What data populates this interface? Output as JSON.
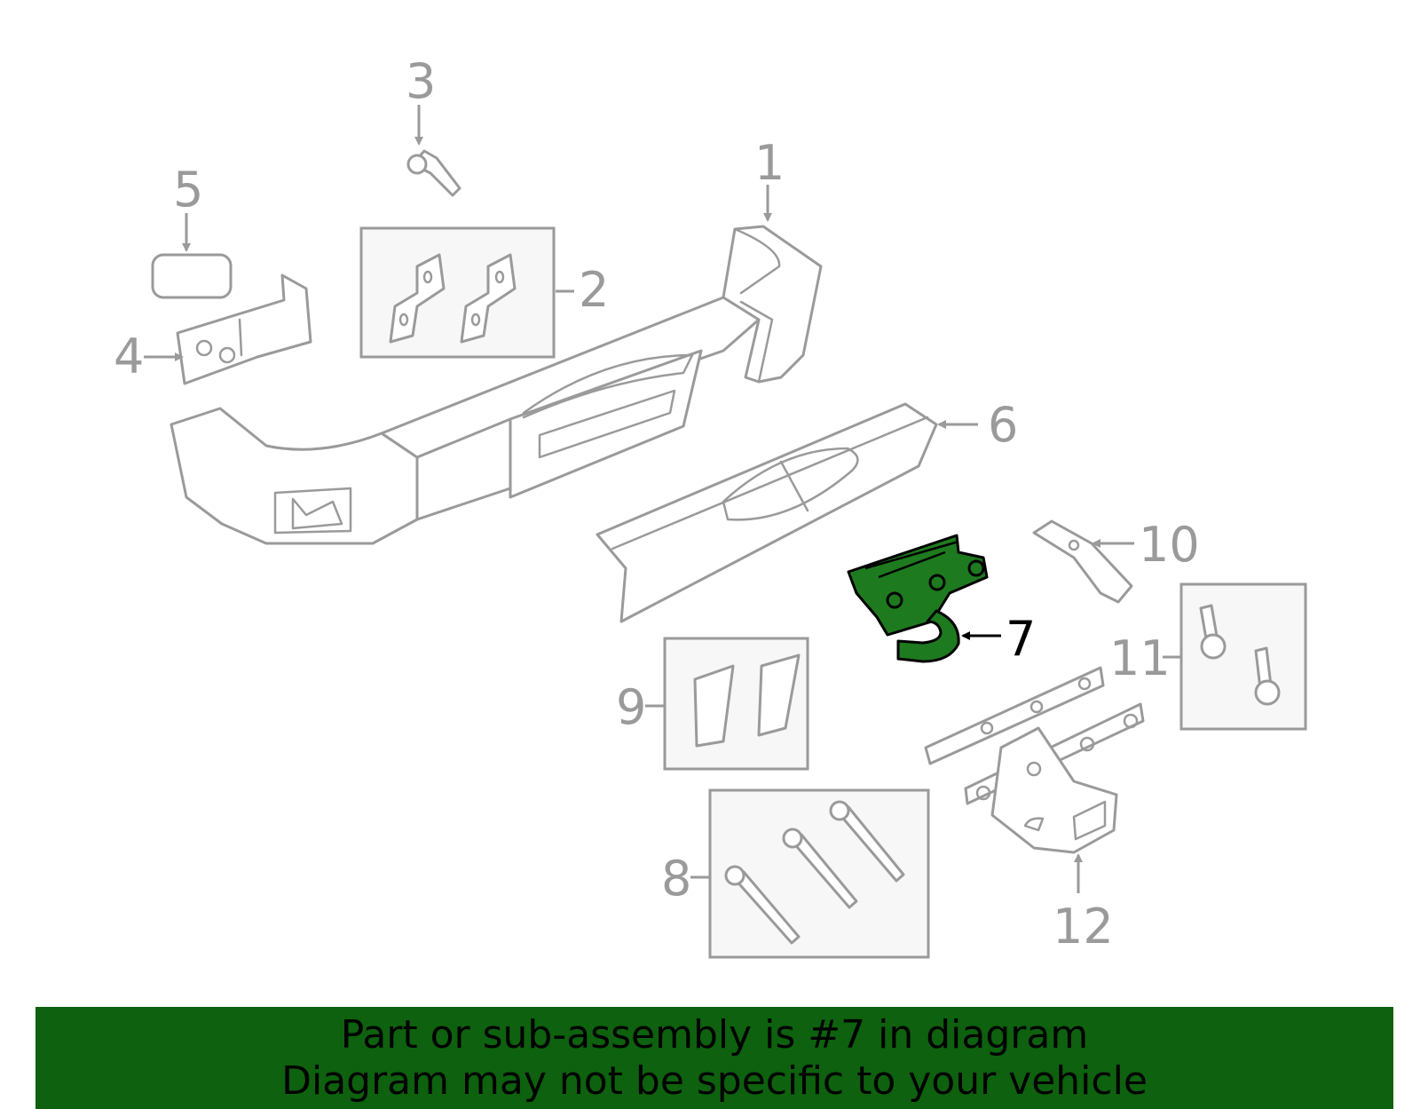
{
  "callouts": {
    "c1": "1",
    "c2": "2",
    "c3": "3",
    "c4": "4",
    "c5": "5",
    "c6": "6",
    "c7": "7",
    "c8": "8",
    "c9": "9",
    "c10": "10",
    "c11": "11",
    "c12": "12"
  },
  "highlighted_part": "7",
  "colors": {
    "highlight": "#1e7a1e",
    "banner": "#0e610e",
    "line_art": "#9a9a9a"
  },
  "banner": {
    "line1": "Part or sub-assembly is #7 in diagram",
    "line2": "Diagram may not be specific to your vehicle"
  }
}
